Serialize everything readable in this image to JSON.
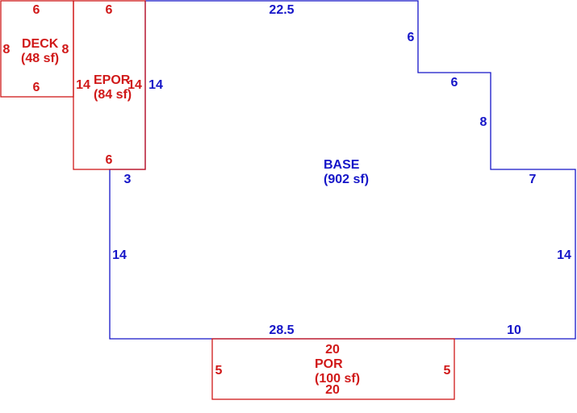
{
  "colors": {
    "base": "#1515c8",
    "addition": "#d01818"
  },
  "base": {
    "name": "BASE",
    "area": "(902 sf)",
    "dims": {
      "top": "22.5",
      "upper_step_down": "6",
      "upper_step_run": "6",
      "lower_step_down": "8",
      "lower_step_run": "7",
      "right": "14",
      "bottom_right": "10",
      "bottom": "28.5",
      "left": "14",
      "left_step": "3",
      "left_upper": "14"
    }
  },
  "deck": {
    "name": "DECK",
    "area": "(48 sf)",
    "dims": {
      "top": "6",
      "bottom": "6",
      "left": "8",
      "right": "8"
    }
  },
  "epor": {
    "name": "EPOR",
    "area": "(84 sf)",
    "dims": {
      "top": "6",
      "bottom": "6",
      "left": "14",
      "right": "14"
    }
  },
  "por": {
    "name": "POR",
    "area": "(100 sf)",
    "dims": {
      "top": "20",
      "bottom": "20",
      "left": "5",
      "right": "5"
    }
  }
}
